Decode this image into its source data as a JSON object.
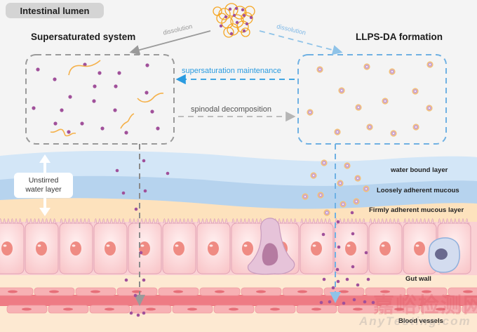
{
  "header": {
    "region_label": "Intestinal lumen"
  },
  "left_panel": {
    "title": "Supersaturated system"
  },
  "right_panel": {
    "title": "LLPS-DA formation"
  },
  "arrows": {
    "dissolution_left": "dissolution",
    "dissolution_right": "dissolution",
    "supersaturation_maintenance": "supersaturation maintenance",
    "spinodal_decomposition": "spinodal decomposition"
  },
  "layers": {
    "unstirred_water_layer": "Unstirred\nwater layer",
    "water_bound_layer": "water bound layer",
    "loosely_adherent": "Loosely adherent mucous",
    "firmly_adherent": "Firmly adherent mucous layer",
    "gut_wall": "Gut wall",
    "blood_vessels": "Blood vessels"
  },
  "watermark": {
    "cn": "嘉峪检测网",
    "en": "AnyTesting.com"
  },
  "colors": {
    "drug_dot": "#a0509a",
    "polymer": "#f5a623",
    "llps_ring": "#f3c07a",
    "llps_core": "#c9a3d6",
    "blue_arrow": "#2a9be0",
    "gray_arrow": "#9a9a9a",
    "water_bound": "#d3e6f7",
    "loosely_adherent": "#b6d3ee",
    "firmly_adherent": "#fde2bd",
    "cell": "#fcd3d3",
    "blood": "#ee7b84"
  }
}
